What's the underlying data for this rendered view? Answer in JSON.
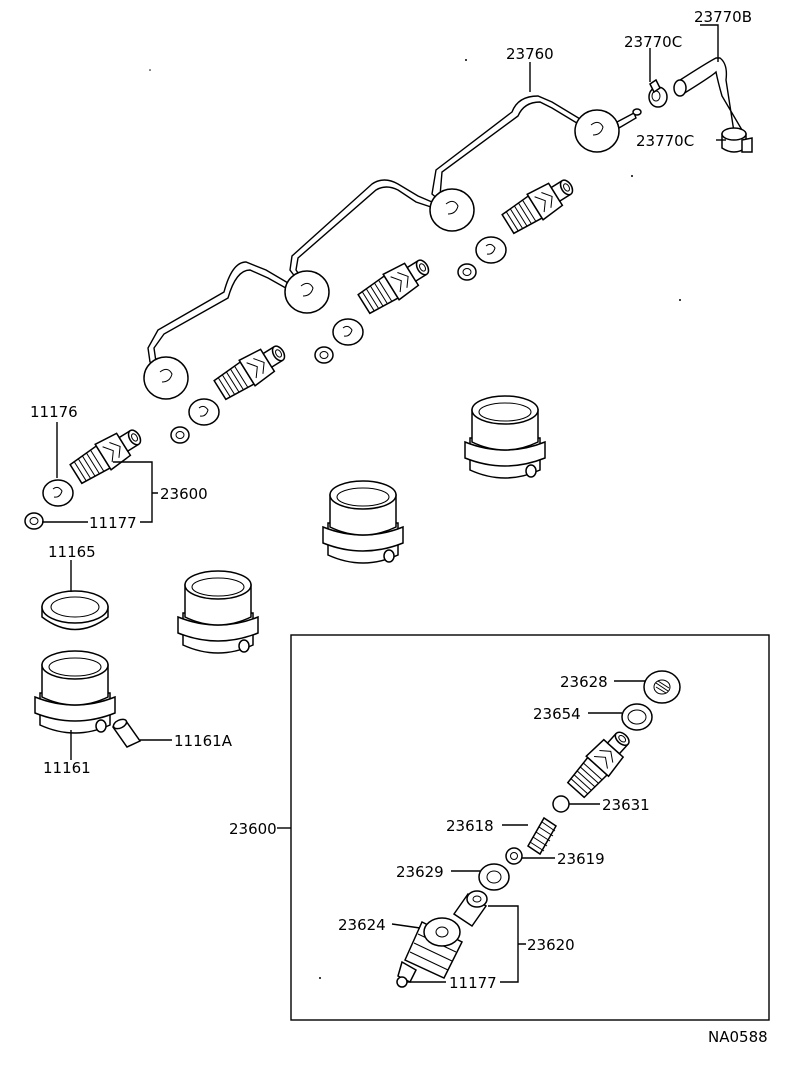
{
  "labels": {
    "p23770B": "23770B",
    "p23770C_top": "23770C",
    "p23760": "23760",
    "p23770C_mid": "23770C",
    "p11176": "11176",
    "p23600_left": "23600",
    "p11177_left": "11177",
    "p11165": "11165",
    "p11161A": "11161A",
    "p11161": "11161",
    "p23628": "23628",
    "p23654": "23654",
    "p23600_box": "23600",
    "p23631": "23631",
    "p23618": "23618",
    "p23619": "23619",
    "p23629": "23629",
    "p23624": "23624",
    "p23620": "23620",
    "p11177_box": "11177"
  },
  "figure_code": "NA0588"
}
